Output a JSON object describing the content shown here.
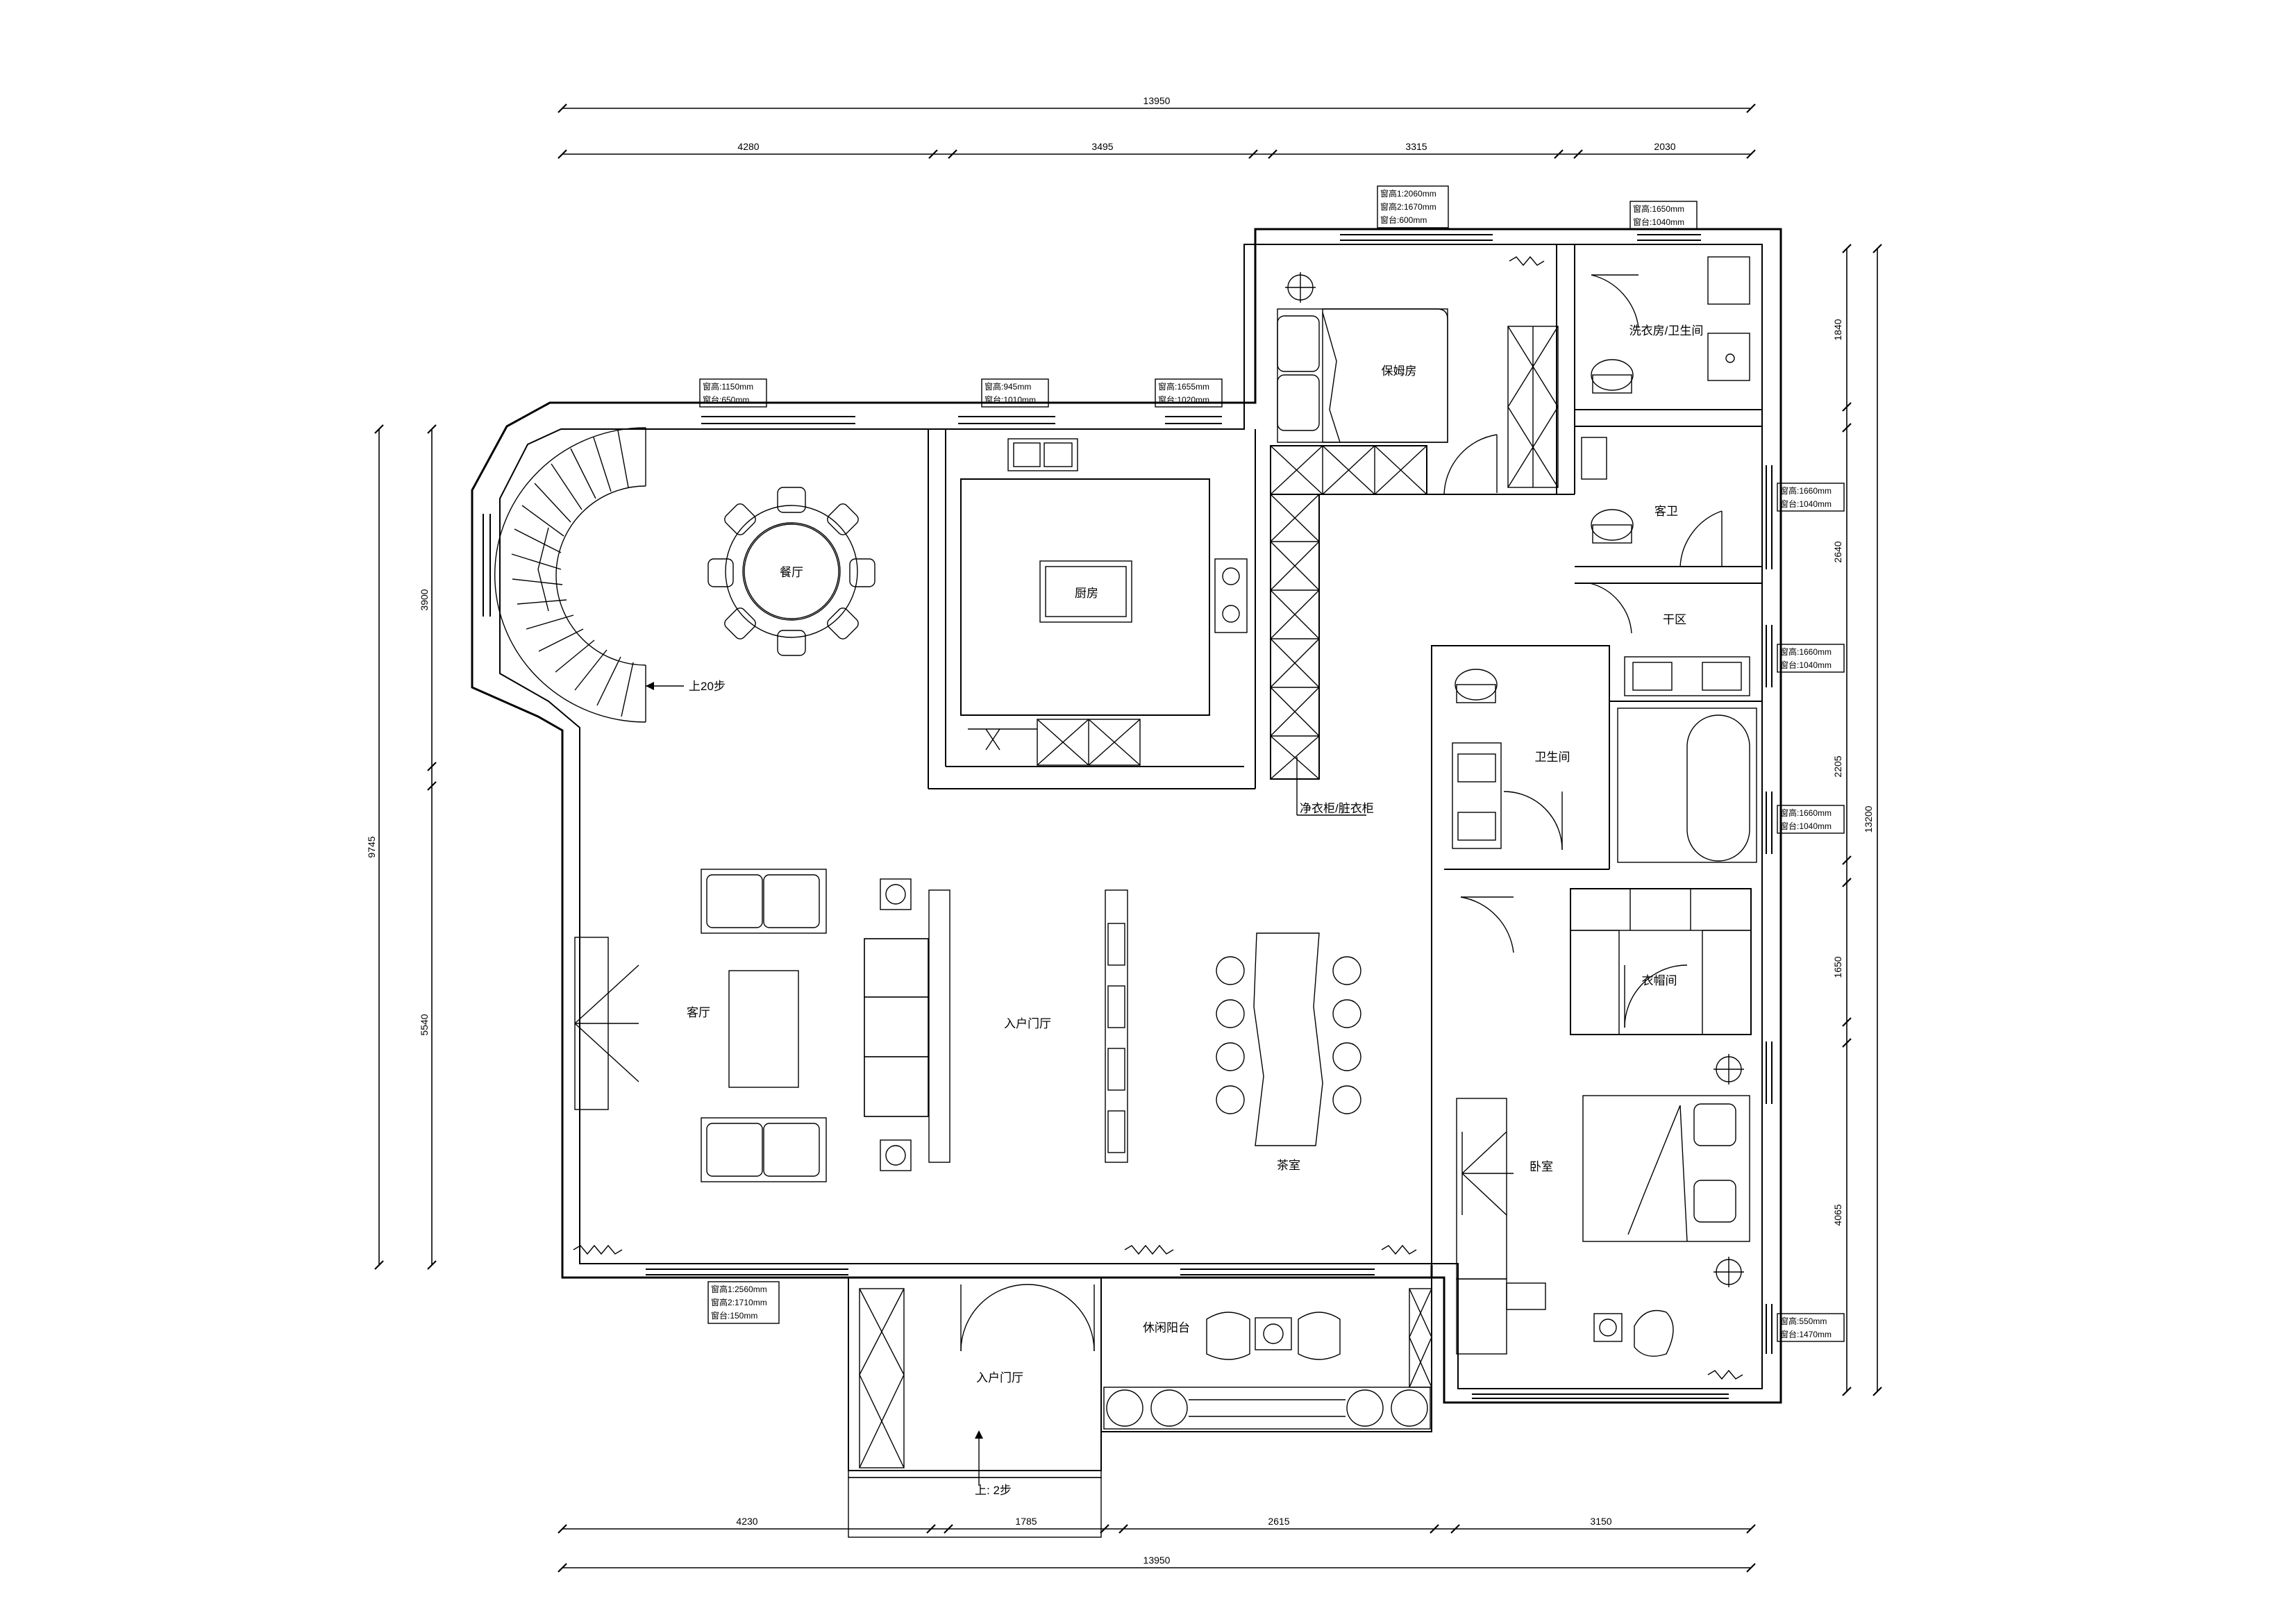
{
  "rooms": {
    "dining": "餐厅",
    "kitchen": "厨房",
    "nanny": "保姆房",
    "laundry": "洗衣房/卫生间",
    "guest_bath": "客卫",
    "dry_zone": "干区",
    "bathroom": "卫生间",
    "closet": "衣帽间",
    "bedroom": "卧室",
    "living": "客厅",
    "foyer_center": "入户门厅",
    "tea_room": "茶室",
    "leisure_balcony": "休闲阳台",
    "entry_foyer": "入户门厅"
  },
  "callouts": {
    "stairs_up": "上20步",
    "wardrobe_note": "净衣柜/脏衣柜",
    "entry_steps": "上: 2步"
  },
  "dimensions": {
    "top_total": "13950",
    "top_segments": [
      "4280",
      "3495",
      "3315",
      "2030"
    ],
    "bottom_total": "13950",
    "bottom_segments": [
      "4230",
      "1785",
      "2615",
      "3150"
    ],
    "left_total": "9745",
    "left_segments": [
      "3900",
      "5540"
    ],
    "right_total": "13200",
    "right_segments": [
      "1840",
      "2640",
      "2205",
      "1650",
      "4065"
    ]
  },
  "window_notes": {
    "nanny_top": [
      "窗高1:2060mm",
      "窗高2:1670mm",
      "窗台:600mm"
    ],
    "laundry_top": [
      "窗高:1650mm",
      "窗台:1040mm"
    ],
    "dining_top": [
      "窗高:1150mm",
      "窗台:650mm"
    ],
    "kitchen_top1": [
      "窗高:945mm",
      "窗台:1010mm"
    ],
    "kitchen_top2": [
      "窗高:1655mm",
      "窗台:1020mm"
    ],
    "right_guestbath": [
      "窗高:1660mm",
      "窗台:1040mm"
    ],
    "right_dry": [
      "窗高:1660mm",
      "窗台:1040mm"
    ],
    "right_bath": [
      "窗高:1660mm",
      "窗台:1040mm"
    ],
    "right_bedroom": [
      "窗高:550mm",
      "窗台:1470mm"
    ],
    "living_bottom": [
      "窗高1:2560mm",
      "窗高2:1710mm",
      "窗台:150mm"
    ]
  }
}
